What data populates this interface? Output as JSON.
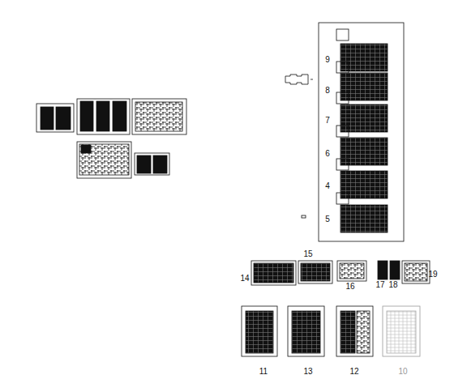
{
  "diagram": {
    "labels": [
      "9",
      "8",
      "7",
      "6",
      "4",
      "5",
      "15",
      "14",
      "16",
      "17",
      "18",
      "19",
      "11",
      "13",
      "12",
      "10"
    ]
  }
}
